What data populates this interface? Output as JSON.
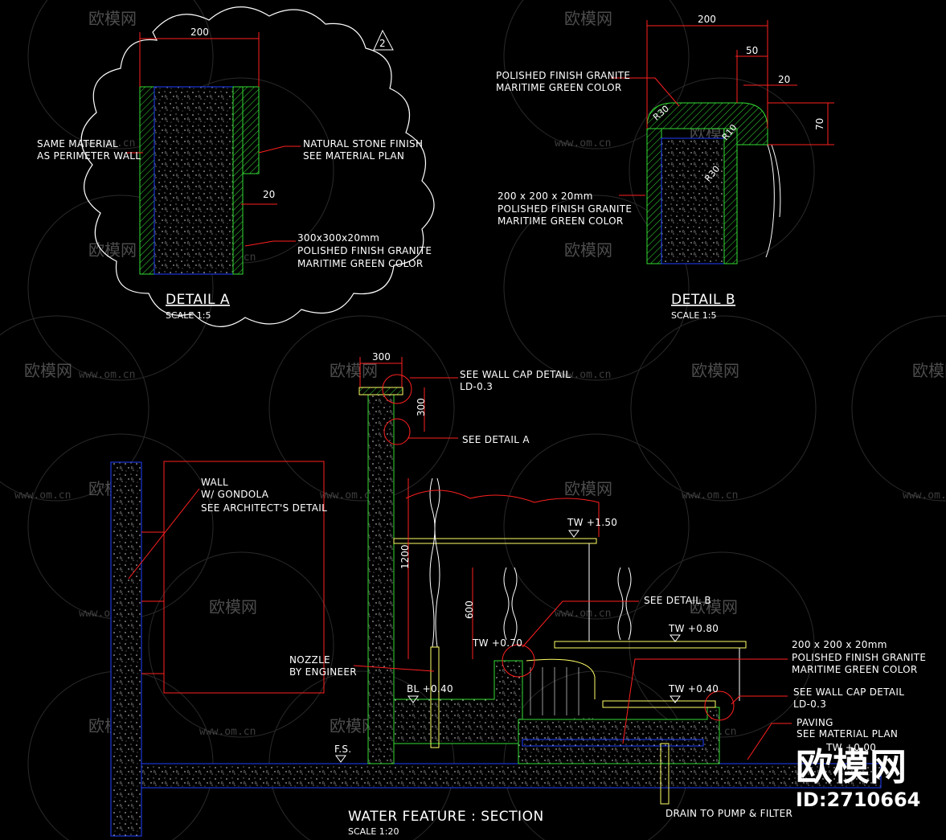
{
  "drawing": {
    "colors": {
      "background": "#000000",
      "label": "#ffffff",
      "leader": "#ff2020",
      "dimension": "#ff2020",
      "concrete": "#ffffff",
      "finish": "#33dd33",
      "water": "#2040ff",
      "coping": "#ffff66"
    },
    "watermark": {
      "brand": "欧模网",
      "url": "www.om.cn",
      "big_brand": "欧模网",
      "id": "ID:2710664"
    },
    "callout_tag": "2",
    "detail_a": {
      "title": "DETAIL  A",
      "scale": "SCALE  1:5",
      "dim_top": "200",
      "dim_side": "20",
      "notes": [
        [
          "SAME MATERIAL",
          "AS PERIMETER WALL"
        ],
        [
          "NATURAL STONE FINISH",
          "SEE MATERIAL PLAN"
        ],
        [
          "300x300x20mm",
          "POLISHED FINISH GRANITE",
          "MARITIME GREEN COLOR"
        ]
      ]
    },
    "detail_b": {
      "title": "DETAIL  B",
      "scale": "SCALE  1:5",
      "dims": [
        "200",
        "50",
        "20",
        "70"
      ],
      "radius_labels": [
        "R30",
        "R30",
        "R10"
      ],
      "notes": [
        [
          "POLISHED FINISH GRANITE",
          "MARITIME GREEN COLOR"
        ],
        [
          "200  x  200  x  20mm",
          "POLISHED  FINISH  GRANITE",
          "MARITIME  GREEN  COLOR"
        ]
      ]
    },
    "section": {
      "title": "WATER  FEATURE  :  SECTION",
      "scale": "SCALE  1:20",
      "dims": [
        "300",
        "300",
        "1200",
        "600"
      ],
      "levels": [
        "TW  +1.50",
        "TW  +0.80",
        "TW  +0.70",
        "TW  +0.40",
        "BL  +0.40",
        "TW  +0.00",
        "F.S."
      ],
      "notes": {
        "wall_cap": [
          "SEE  WALL  CAP  DETAIL",
          "LD-0.3"
        ],
        "detail_a": "SEE  DETAIL  A",
        "wall": [
          "WALL",
          "W/  GONDOLA",
          "SEE  ARCHITECT'S  DETAIL"
        ],
        "detail_b": "SEE  DETAIL  B",
        "nozzle": [
          "NOZZLE",
          "BY  ENGINEER"
        ],
        "granite": [
          "200  x  200  x  20mm",
          "POLISHED  FINISH  GRANITE",
          "MARITIME  GREEN  COLOR"
        ],
        "wall_cap2": [
          "SEE  WALL  CAP  DETAIL",
          "LD-0.3"
        ],
        "paving": [
          "PAVING",
          "SEE  MATERIAL  PLAN"
        ],
        "drain": "DRAIN  TO  PUMP  &  FILTER"
      }
    }
  }
}
